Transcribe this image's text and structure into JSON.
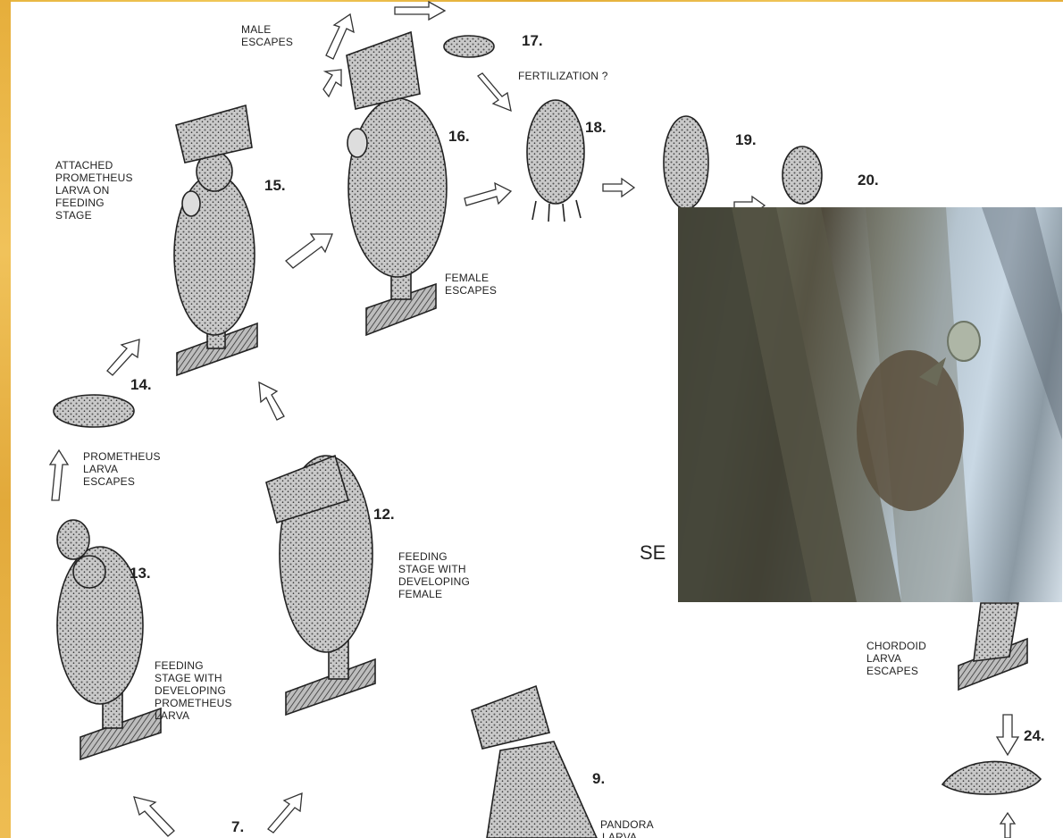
{
  "labels": {
    "male_escapes": "MALE\nESCAPES",
    "fertilization": "FERTILIZATION ?",
    "attached": "ATTACHED\nPROMETHEUS\nLARVA ON\nFEEDING\nSTAGE",
    "female_escapes": "FEMALE\nESCAPES",
    "prometheus_escapes": "PROMETHEUS\nLARVA\nESCAPES",
    "feeding_female": "FEEDING\nSTAGE WITH\nDEVELOPING\nFEMALE",
    "feeding_prometheus": "FEEDING\nSTAGE WITH\nDEVELOPING\nPROMETHEUS\nLARVA",
    "chordoid": "CHORDOID\nLARVA\nESCAPES",
    "pandora": "PANDORA",
    "pandora_cut": "LARVA",
    "se": "SE"
  },
  "stages": {
    "s7": "7.",
    "s9": "9.",
    "s12": "12.",
    "s13": "13.",
    "s14": "14.",
    "s15": "15.",
    "s16": "16.",
    "s17": "17.",
    "s18": "18.",
    "s19": "19.",
    "s20": "20.",
    "s24": "24."
  },
  "colors": {
    "background_band": "#e8b640",
    "ink": "#222222"
  }
}
